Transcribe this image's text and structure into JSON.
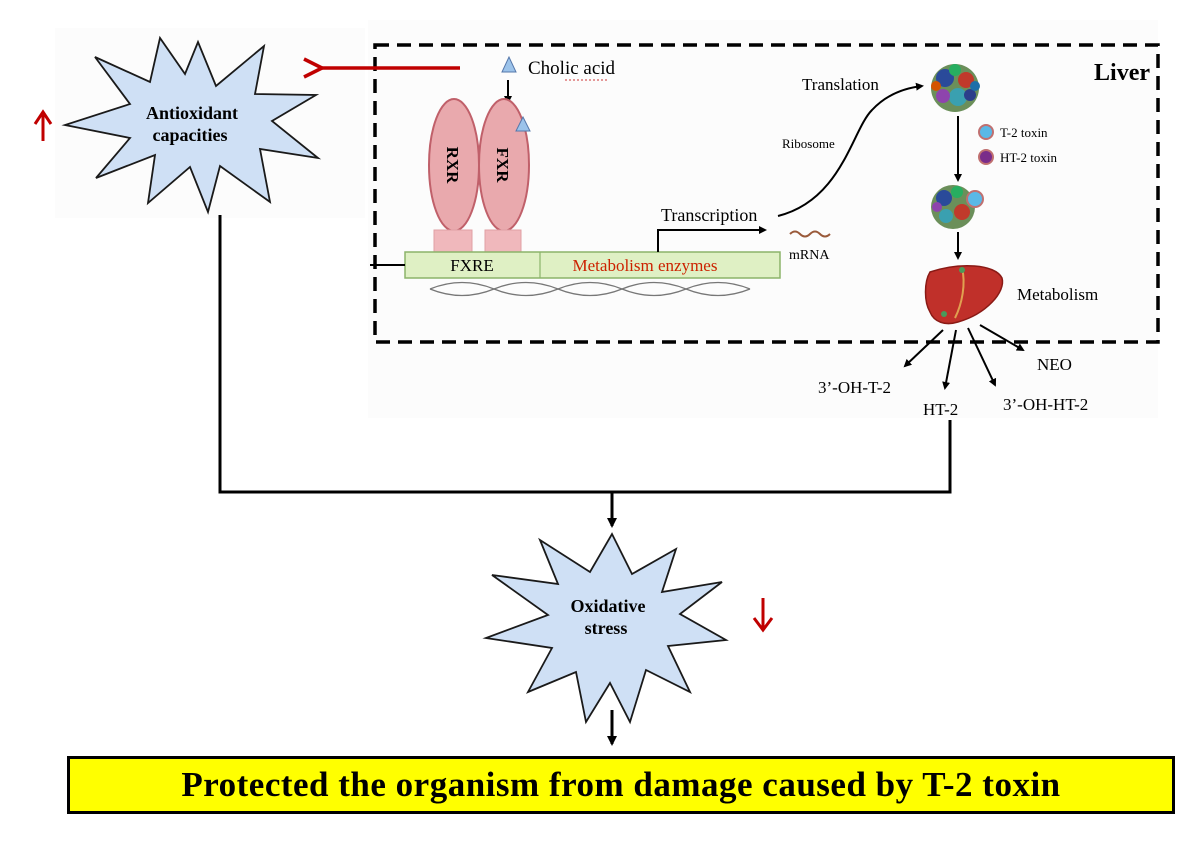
{
  "colors": {
    "star_fill": "#cfe0f5",
    "star_stroke": "#1a1a1a",
    "red_arrow": "#c00000",
    "receptor_fill": "#e9a9ad",
    "receptor_stroke": "#c0606a",
    "dna_bar_fill": "#dff0c4",
    "dna_bar_stroke": "#8bb36a",
    "enzyme_text": "#cc2200",
    "banner_bg": "#ffff00",
    "liver_fill": "#c0302a"
  },
  "labels": {
    "antioxidant_line1": "Antioxidant",
    "antioxidant_line2": "capacities",
    "oxidative_line1": "Oxidative",
    "oxidative_line2": "stress",
    "cholic_acid": "Cholic acid",
    "liver": "Liver",
    "rxr": "RXR",
    "fxr": "FXR",
    "fxre": "FXRE",
    "metabolism_enzymes": "Metabolism enzymes",
    "transcription": "Transcription",
    "mrna": "mRNA",
    "translation": "Translation",
    "ribosome": "Ribosome",
    "legend_t2": "T-2 toxin",
    "legend_ht2": "HT-2 toxin",
    "metabolism": "Metabolism",
    "metabolite_3oh_t2": "3’-OH-T-2",
    "metabolite_ht2": "HT-2",
    "metabolite_3oh_ht2": "3’-OH-HT-2",
    "metabolite_neo": "NEO"
  },
  "banner": {
    "text": "Protected the organism from damage caused by T-2 toxin"
  },
  "icons": {
    "increase": "up-arrow-icon",
    "decrease": "down-arrow-icon",
    "ligand": "triangle-icon",
    "liver": "liver-icon",
    "protein": "protein-cluster-icon"
  }
}
